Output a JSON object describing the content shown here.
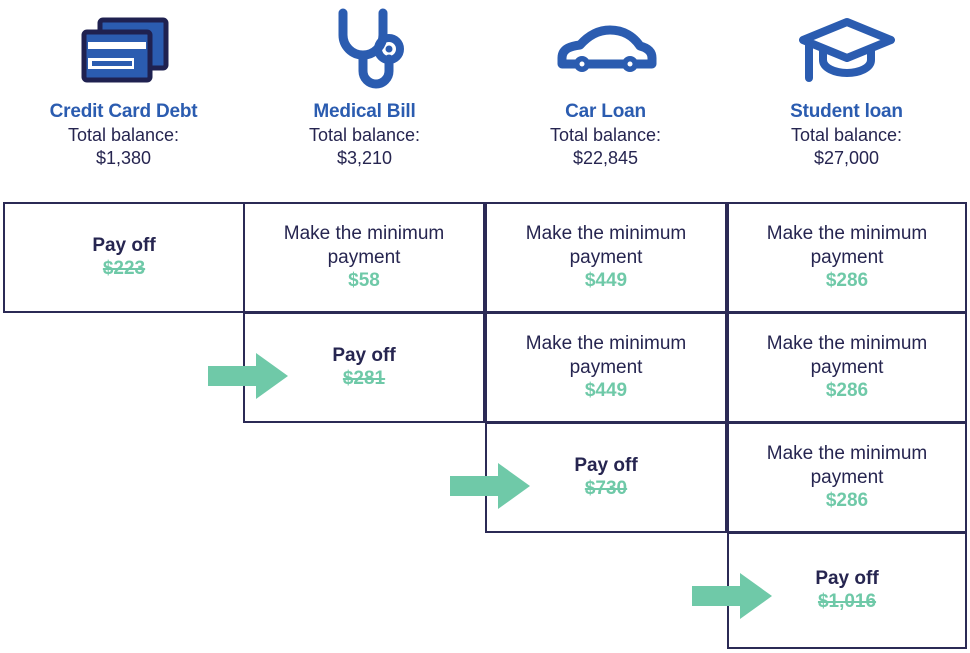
{
  "header": {
    "columns": [
      {
        "icon": "credit-cards-icon",
        "title": "Credit Card Debt",
        "balance_label": "Total balance:",
        "balance_value": "$1,380"
      },
      {
        "icon": "stethoscope-icon",
        "title": "Medical Bill",
        "balance_label": "Total balance:",
        "balance_value": "$3,210"
      },
      {
        "icon": "car-icon",
        "title": "Car Loan",
        "balance_label": "Total balance:",
        "balance_value": "$22,845"
      },
      {
        "icon": "graduation-cap-icon",
        "title": "Student loan",
        "balance_label": "Total balance:",
        "balance_value": "$27,000"
      }
    ]
  },
  "table": {
    "rows": [
      {
        "row_index": 1,
        "cells": [
          {
            "column": 0,
            "action": "Pay off",
            "type": "payoff",
            "amount": "$223",
            "struck": true
          },
          {
            "column": 1,
            "action": "Make the minimum payment",
            "type": "minimum",
            "amount": "$58",
            "struck": false
          },
          {
            "column": 2,
            "action": "Make the minimum payment",
            "type": "minimum",
            "amount": "$449",
            "struck": false
          },
          {
            "column": 3,
            "action": "Make the minimum payment",
            "type": "minimum",
            "amount": "$286",
            "struck": false
          }
        ]
      },
      {
        "row_index": 2,
        "cells": [
          {
            "column": 1,
            "action": "Pay off",
            "type": "payoff",
            "amount": "$281",
            "struck": true
          },
          {
            "column": 2,
            "action": "Make the minimum payment",
            "type": "minimum",
            "amount": "$449",
            "struck": false
          },
          {
            "column": 3,
            "action": "Make the minimum payment",
            "type": "minimum",
            "amount": "$286",
            "struck": false
          }
        ]
      },
      {
        "row_index": 3,
        "cells": [
          {
            "column": 2,
            "action": "Pay off",
            "type": "payoff",
            "amount": "$730",
            "struck": true
          },
          {
            "column": 3,
            "action": "Make the minimum payment",
            "type": "minimum",
            "amount": "$286",
            "struck": false
          }
        ]
      },
      {
        "row_index": 4,
        "cells": [
          {
            "column": 3,
            "action": "Pay off",
            "type": "payoff",
            "amount": "$1,016",
            "struck": true
          }
        ]
      }
    ]
  },
  "arrows": [
    {
      "name": "arrow-to-medical-bill-payoff",
      "target_row": 2,
      "target_column": 1
    },
    {
      "name": "arrow-to-car-loan-payoff",
      "target_row": 3,
      "target_column": 2
    },
    {
      "name": "arrow-to-student-loan-payoff",
      "target_row": 4,
      "target_column": 3
    }
  ],
  "colors": {
    "title_blue": "#2B5CB0",
    "navy_text": "#262550",
    "border_navy": "#2B2A55",
    "amount_green": "#6FC9A8",
    "arrow_green": "#6FC9A8",
    "icon_fill": "#2B5CB0",
    "icon_outline": "#1F2150",
    "background": "#FFFFFF"
  }
}
